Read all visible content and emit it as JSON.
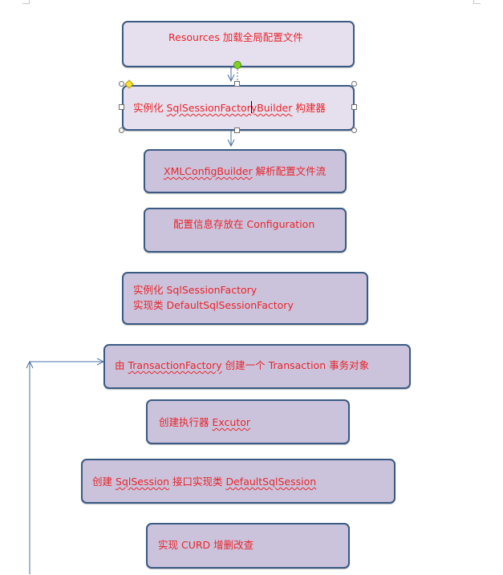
{
  "steps": [
    {
      "text": "Resources 加载全局配置文件"
    },
    {
      "prefix": "实例化 ",
      "word": "SqlSessionFactoryBuilder",
      "suffix": " 构建器"
    },
    {
      "prefix": "",
      "word": "XMLConfigBuilder",
      "suffix": " 解析配置文件流"
    },
    {
      "text": "配置信息存放在 Configuration"
    },
    {
      "line1": "实例化 SqlSessionFactory",
      "line2": "实现类 DefaultSqlSessionFactory"
    },
    {
      "prefix": "由 ",
      "word": "TransactionFactory",
      "suffix": " 创建一个 Transaction 事务对象"
    },
    {
      "prefix": "创建执行器  ",
      "word": "Excutor",
      "suffix": ""
    },
    {
      "prefix": "创建 ",
      "word": "SqlSession",
      "mid": " 接口实现类  ",
      "word2": "DefaultSqlSession"
    },
    {
      "text": "实现 CURD 增删改查"
    }
  ],
  "colors": {
    "box_fill": "#cbc3db",
    "box_fill_light": "#e6e0ee",
    "box_border": "#3a5a84",
    "text": "#e8242b",
    "connector": "#4a6fa5"
  }
}
